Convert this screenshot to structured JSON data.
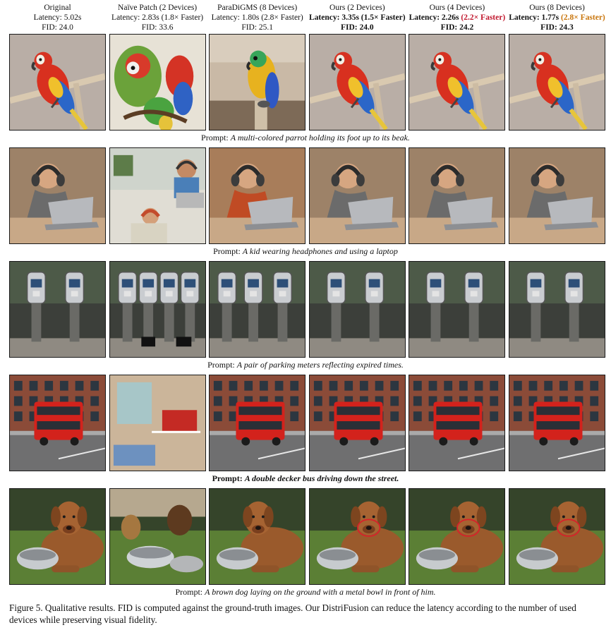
{
  "columns": [
    {
      "title": "Original",
      "latency": "Latency: 5.02s",
      "speedup": "",
      "fid": "FID: 24.0",
      "bold": false,
      "accent": ""
    },
    {
      "title": "Naïve Patch (2 Devices)",
      "latency": "Latency: 2.83s (1.8× Faster)",
      "speedup": "",
      "fid": "FID: 33.6",
      "bold": false,
      "accent": ""
    },
    {
      "title": "ParaDiGMS (8 Devices)",
      "latency": "Latency: 1.80s (2.8× Faster)",
      "speedup": "",
      "fid": "FID: 25.1",
      "bold": false,
      "accent": ""
    },
    {
      "title": "Ours (2 Devices)",
      "latency": "Latency: 3.35s (1.5× Faster)",
      "speedup": "",
      "fid": "FID: 24.0",
      "bold": true,
      "accent": ""
    },
    {
      "title": "Ours (4 Devices)",
      "latency": "Latency: 2.26s",
      "speedup": "(2.2× Faster)",
      "fid": "FID: 24.2",
      "bold": true,
      "accent": "#c0162c"
    },
    {
      "title": "Ours (8 Devices)",
      "latency": "Latency: 1.77s",
      "speedup": "(2.8× Faster)",
      "fid": "FID: 24.3",
      "bold": true,
      "accent": "#c8740a"
    }
  ],
  "rows": [
    {
      "prompt_label": "Prompt:",
      "prompt_text": "A multi-colored parrot holding its foot up to its beak.",
      "bold": false,
      "scene": "parrot"
    },
    {
      "prompt_label": "Prompt:",
      "prompt_text": "A kid wearing headphones and using a laptop",
      "bold": false,
      "scene": "kid"
    },
    {
      "prompt_label": "Prompt:",
      "prompt_text": "A pair of parking meters reflecting expired times.",
      "bold": false,
      "scene": "meters"
    },
    {
      "prompt_label": "Prompt:",
      "prompt_text": "A double decker bus driving down the street.",
      "bold": true,
      "scene": "bus"
    },
    {
      "prompt_label": "Prompt:",
      "prompt_text": "A brown dog laying on the ground with a metal bowl in front of him.",
      "bold": false,
      "scene": "dog"
    }
  ],
  "caption": {
    "text": "Figure 5. Qualitative results. FID is computed against the ground-truth images. Our DistriFusion can reduce the latency according to the number of used devices while preserving visual fidelity."
  },
  "colors": {
    "highlight_circle": "#d8202a",
    "tile_border": "#1a1a1a"
  }
}
